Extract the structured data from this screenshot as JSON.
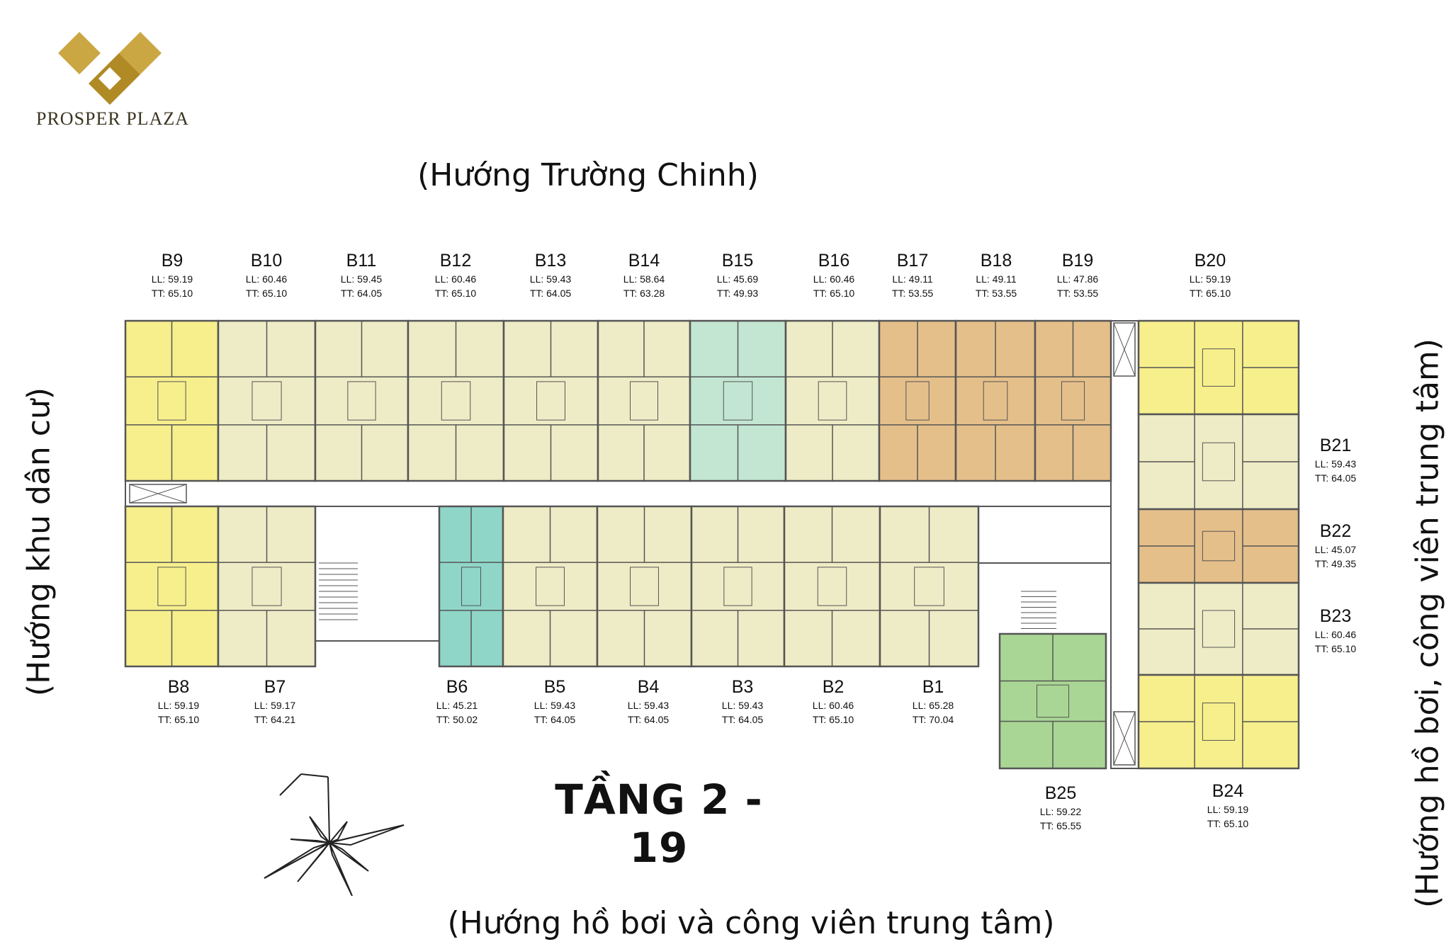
{
  "logo": {
    "text": "PROSPER PLAZA",
    "accent": "#c8a23a"
  },
  "directions": {
    "top": "(Hướng Trường Chinh)",
    "bottom": "(Hướng hồ bơi và công viên trung tâm)",
    "left": "(Hướng khu dân cư)",
    "right": "(Hướng hồ bơi, công viên trung tâm)"
  },
  "floor_title": "TẦNG 2 - 19",
  "colors": {
    "yellow": "#f7ef8c",
    "cream": "#eeecc6",
    "tan": "#e5bf8a",
    "mint": "#c3e6d2",
    "teal": "#8fd6c9",
    "green": "#a9d694",
    "wall": "#555555"
  },
  "units": [
    {
      "code": "B9",
      "ll": "LL: 59.19",
      "tt": "TT: 65.10",
      "color": "yellow"
    },
    {
      "code": "B10",
      "ll": "LL: 60.46",
      "tt": "TT: 65.10",
      "color": "cream"
    },
    {
      "code": "B11",
      "ll": "LL: 59.45",
      "tt": "TT: 64.05",
      "color": "cream"
    },
    {
      "code": "B12",
      "ll": "LL: 60.46",
      "tt": "TT: 65.10",
      "color": "cream"
    },
    {
      "code": "B13",
      "ll": "LL: 59.43",
      "tt": "TT: 64.05",
      "color": "cream"
    },
    {
      "code": "B14",
      "ll": "LL: 58.64",
      "tt": "TT: 63.28",
      "color": "cream"
    },
    {
      "code": "B15",
      "ll": "LL: 45.69",
      "tt": "TT: 49.93",
      "color": "mint"
    },
    {
      "code": "B16",
      "ll": "LL: 60.46",
      "tt": "TT: 65.10",
      "color": "cream"
    },
    {
      "code": "B17",
      "ll": "LL: 49.11",
      "tt": "TT: 53.55",
      "color": "tan"
    },
    {
      "code": "B18",
      "ll": "LL: 49.11",
      "tt": "TT: 53.55",
      "color": "tan"
    },
    {
      "code": "B19",
      "ll": "LL: 47.86",
      "tt": "TT: 53.55",
      "color": "tan"
    },
    {
      "code": "B20",
      "ll": "LL: 59.19",
      "tt": "TT: 65.10",
      "color": "yellow"
    },
    {
      "code": "B21",
      "ll": "LL: 59.43",
      "tt": "TT: 64.05",
      "color": "cream"
    },
    {
      "code": "B22",
      "ll": "LL: 45.07",
      "tt": "TT: 49.35",
      "color": "tan"
    },
    {
      "code": "B23",
      "ll": "LL: 60.46",
      "tt": "TT: 65.10",
      "color": "cream"
    },
    {
      "code": "B24",
      "ll": "LL: 59.19",
      "tt": "TT: 65.10",
      "color": "yellow"
    },
    {
      "code": "B25",
      "ll": "LL: 59.22",
      "tt": "TT: 65.55",
      "color": "green"
    },
    {
      "code": "B8",
      "ll": "LL: 59.19",
      "tt": "TT: 65.10",
      "color": "yellow"
    },
    {
      "code": "B7",
      "ll": "LL: 59.17",
      "tt": "TT: 64.21",
      "color": "cream"
    },
    {
      "code": "B6",
      "ll": "LL: 45.21",
      "tt": "TT: 50.02",
      "color": "teal"
    },
    {
      "code": "B5",
      "ll": "LL: 59.43",
      "tt": "TT: 64.05",
      "color": "cream"
    },
    {
      "code": "B4",
      "ll": "LL: 59.43",
      "tt": "TT: 64.05",
      "color": "cream"
    },
    {
      "code": "B3",
      "ll": "LL: 59.43",
      "tt": "TT: 64.05",
      "color": "cream"
    },
    {
      "code": "B2",
      "ll": "LL: 60.46",
      "tt": "TT: 65.10",
      "color": "cream"
    },
    {
      "code": "B1",
      "ll": "LL: 65.28",
      "tt": "TT: 70.04",
      "color": "cream"
    }
  ]
}
